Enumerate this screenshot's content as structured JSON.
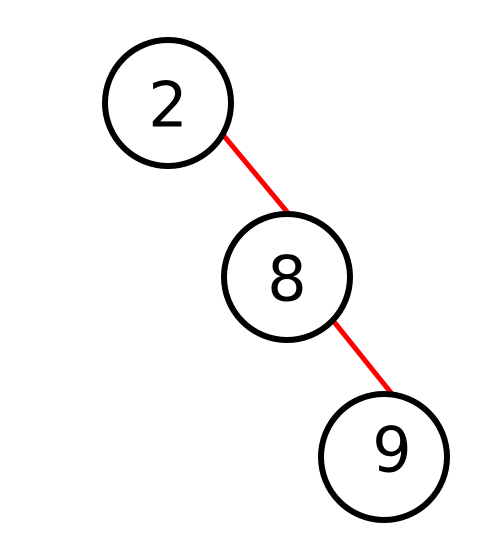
{
  "diagram": {
    "type": "tree",
    "edge_color": "#ff0000",
    "node_stroke_color": "#000000",
    "nodes": [
      {
        "id": "n2",
        "label": "2"
      },
      {
        "id": "n8",
        "label": "8"
      },
      {
        "id": "n9",
        "label": "9"
      }
    ],
    "edges": [
      {
        "from": "n2",
        "to": "n8"
      },
      {
        "from": "n8",
        "to": "n9"
      }
    ]
  }
}
